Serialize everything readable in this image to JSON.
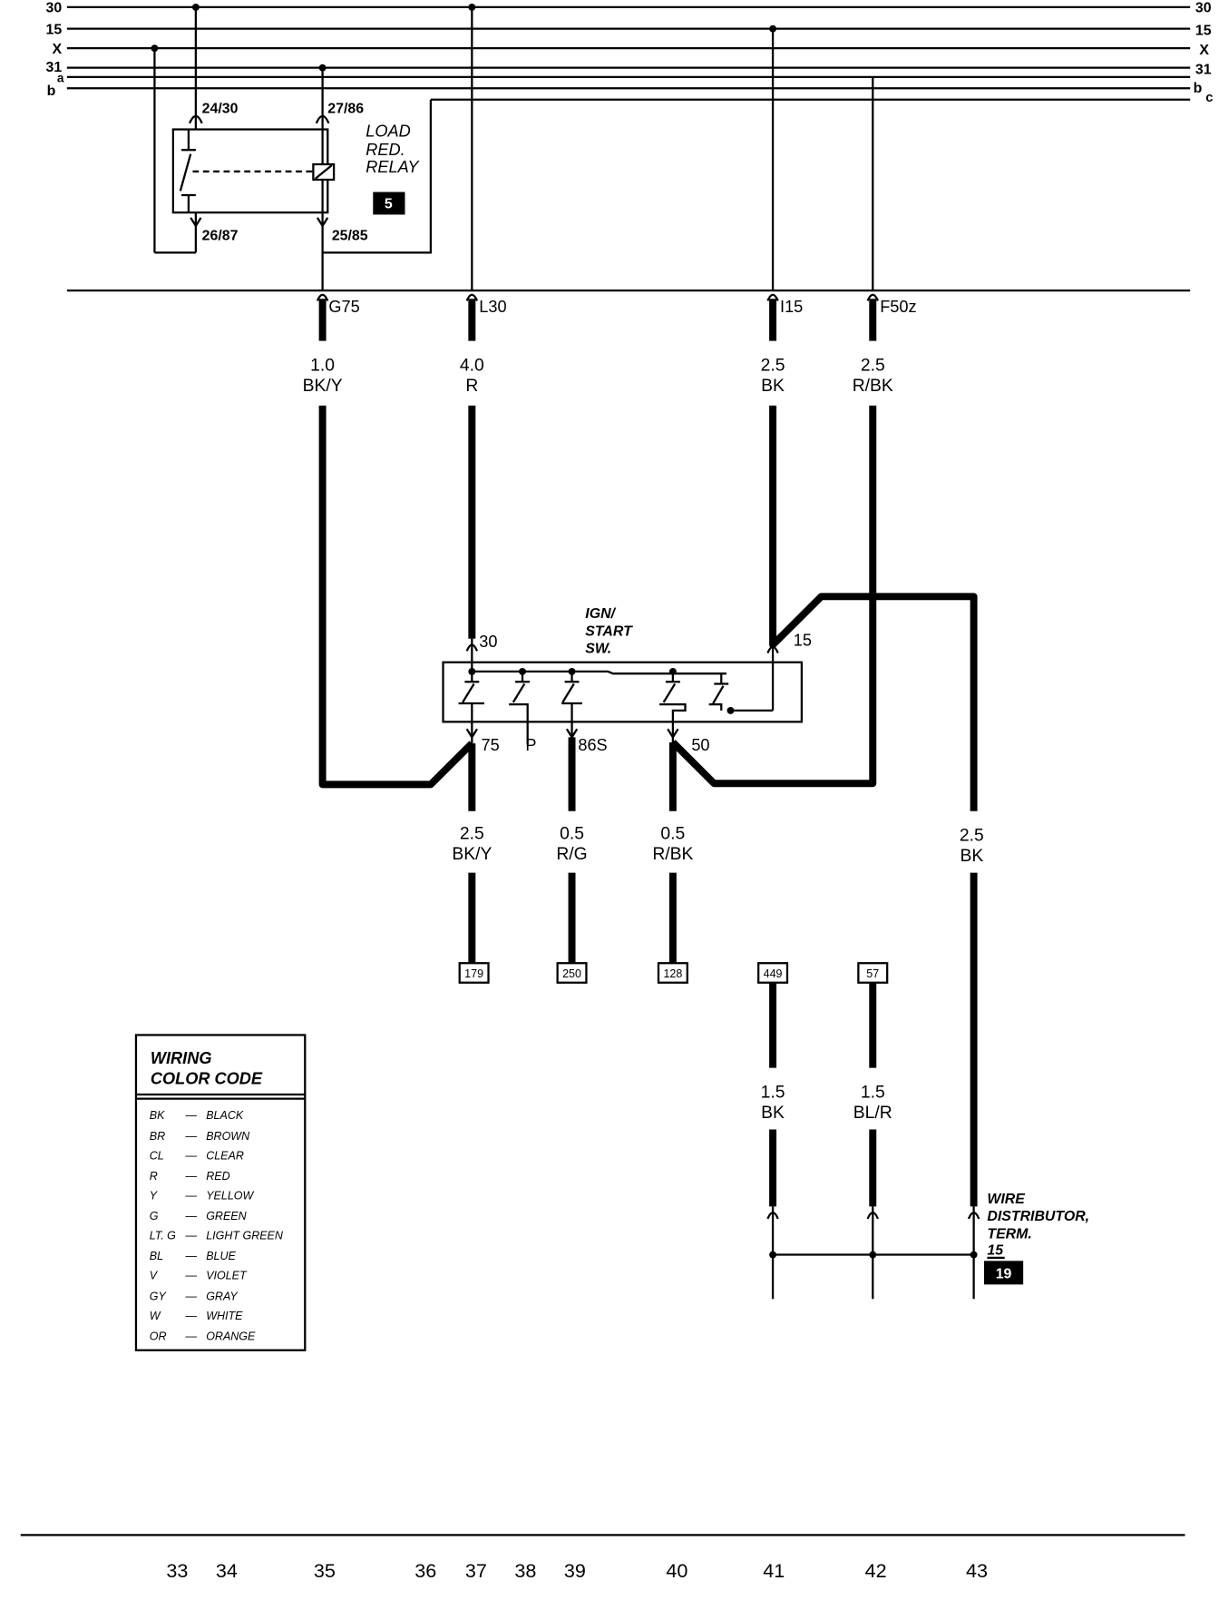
{
  "bus": {
    "left_labels": [
      "30",
      "15",
      "X",
      "31",
      "a",
      "b"
    ],
    "right_labels": [
      "30",
      "15",
      "X",
      "31",
      "b",
      "c"
    ]
  },
  "relay": {
    "terminal_top_left": "24/30",
    "terminal_top_right": "27/86",
    "terminal_bottom_left": "26/87",
    "terminal_bottom_right": "25/85",
    "name_lines": [
      "LOAD",
      "RED.",
      "RELAY"
    ],
    "reference": "5"
  },
  "harness_connectors": [
    "G75",
    "L30",
    "I15",
    "F50z"
  ],
  "wires_upper": [
    {
      "gauge": "1.0",
      "color": "BK/Y"
    },
    {
      "gauge": "4.0",
      "color": "R"
    },
    {
      "gauge": "2.5",
      "color": "BK"
    },
    {
      "gauge": "2.5",
      "color": "R/BK"
    }
  ],
  "ign_switch": {
    "name_lines": [
      "IGN/",
      "START",
      "SW."
    ],
    "terminal_30": "30",
    "terminal_15": "15",
    "terminal_75": "75",
    "terminal_p": "P",
    "terminal_86s": "86S",
    "terminal_50": "50"
  },
  "wires_middle": [
    {
      "gauge": "2.5",
      "color": "BK/Y"
    },
    {
      "gauge": "0.5",
      "color": "R/G"
    },
    {
      "gauge": "0.5",
      "color": "R/BK"
    },
    {
      "gauge": "2.5",
      "color": "BK"
    }
  ],
  "targets": [
    "179",
    "250",
    "128",
    "449",
    "57"
  ],
  "wires_lower": [
    {
      "gauge": "1.5",
      "color": "BK"
    },
    {
      "gauge": "1.5",
      "color": "BL/R"
    }
  ],
  "distributor": {
    "name_lines": [
      "WIRE",
      "DISTRIBUTOR,",
      "TERM.",
      "15"
    ],
    "reference": "19"
  },
  "color_code": {
    "title_lines": [
      "WIRING",
      "COLOR CODE"
    ],
    "separator": "—",
    "entries": [
      {
        "code": "BK",
        "name": "BLACK"
      },
      {
        "code": "BR",
        "name": "BROWN"
      },
      {
        "code": "CL",
        "name": "CLEAR"
      },
      {
        "code": "R",
        "name": "RED"
      },
      {
        "code": "Y",
        "name": "YELLOW"
      },
      {
        "code": "G",
        "name": "GREEN"
      },
      {
        "code": "LT. G",
        "name": "LIGHT GREEN"
      },
      {
        "code": "BL",
        "name": "BLUE"
      },
      {
        "code": "V",
        "name": "VIOLET"
      },
      {
        "code": "GY",
        "name": "GRAY"
      },
      {
        "code": "W",
        "name": "WHITE"
      },
      {
        "code": "OR",
        "name": "ORANGE"
      }
    ]
  },
  "footer": {
    "page_refs": [
      "33",
      "34",
      "35",
      "36",
      "37",
      "38",
      "39",
      "40",
      "41",
      "42",
      "43"
    ]
  }
}
